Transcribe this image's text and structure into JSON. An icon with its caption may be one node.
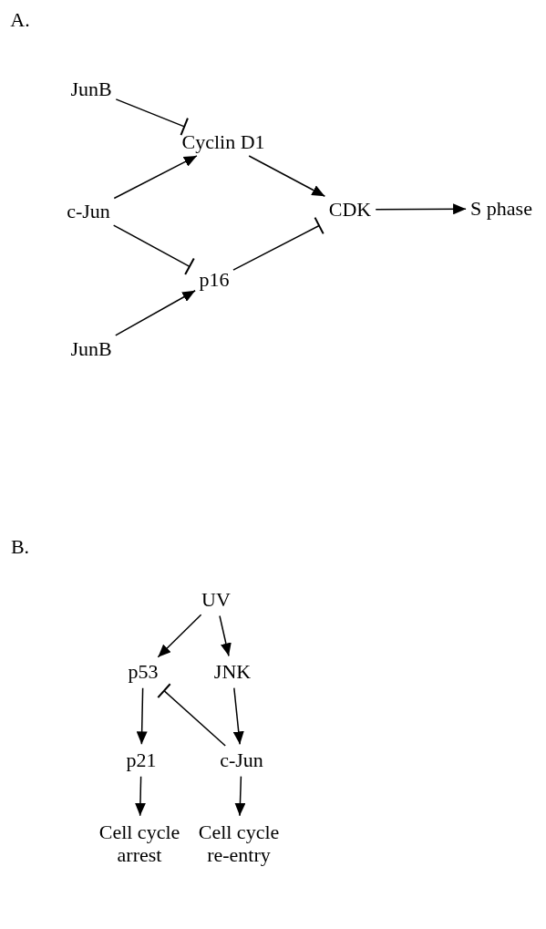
{
  "diagram": {
    "nodes": [
      {
        "text": [
          "JunB"
        ]
      },
      {
        "text": [
          "Cyclin D1"
        ]
      },
      {
        "text": [
          "c-Jun"
        ]
      },
      {
        "text": [
          "p16"
        ]
      },
      {
        "text": [
          "CDK"
        ]
      },
      {
        "text": [
          "S phase"
        ]
      },
      {
        "text": [
          "JunB"
        ]
      },
      {
        "text": [
          "UV"
        ]
      },
      {
        "text": [
          "p53"
        ]
      },
      {
        "text": [
          "JNK"
        ]
      },
      {
        "text": [
          "p21"
        ]
      },
      {
        "text": [
          "c-Jun"
        ]
      },
      {
        "text": [
          "Cell cycle arrest"
        ]
      },
      {
        "text": [
          "Cell cycle re-entry"
        ]
      }
    ],
    "edges": [
      {
        "from": 0,
        "to": 1,
        "arrow": "other"
      },
      {
        "from": 2,
        "to": 1,
        "arrow": "to"
      },
      {
        "from": 2,
        "to": 3,
        "arrow": "other"
      },
      {
        "from": 6,
        "to": 3,
        "arrow": "to"
      },
      {
        "from": 1,
        "to": 4,
        "arrow": "to"
      },
      {
        "from": 3,
        "to": 4,
        "arrow": "other"
      },
      {
        "from": 4,
        "to": 5,
        "arrow": "to"
      },
      {
        "from": 7,
        "to": 8,
        "arrow": "to"
      },
      {
        "from": 7,
        "to": 9,
        "arrow": "to"
      },
      {
        "from": 8,
        "to": 10,
        "arrow": "to"
      },
      {
        "from": 9,
        "to": 11,
        "arrow": "to"
      },
      {
        "from": 11,
        "to": 8,
        "arrow": "other"
      },
      {
        "from": 10,
        "to": 12,
        "arrow": "to"
      },
      {
        "from": 11,
        "to": 13,
        "arrow": "to"
      }
    ],
    "labels": [
      "A.",
      "B."
    ]
  }
}
